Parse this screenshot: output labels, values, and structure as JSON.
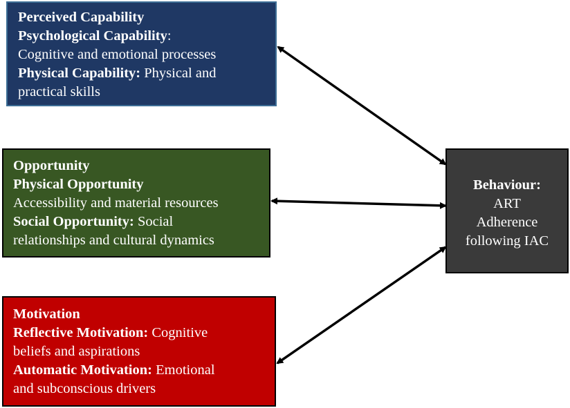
{
  "capability": {
    "title": "Perceived Capability",
    "psych_label": "Psychological Capability",
    "psych_colon": ":",
    "psych_desc": "Cognitive and emotional processes",
    "phys_label": "Physical Capability:",
    "phys_desc_1": " Physical and",
    "phys_desc_2": "practical skills",
    "color": "#1f3864"
  },
  "opportunity": {
    "title": "Opportunity",
    "phys_label": "Physical Opportunity",
    "phys_desc": "Accessibility and material resources",
    "social_label": "Social Opportunity:",
    "social_desc_1": " Social",
    "social_desc_2": "relationships and cultural dynamics",
    "color": "#385723"
  },
  "motivation": {
    "title": "Motivation",
    "refl_label": "Reflective Motivation:",
    "refl_desc_1": " Cognitive",
    "refl_desc_2": "beliefs and aspirations",
    "auto_label": "Automatic Motivation:",
    "auto_desc_1": " Emotional",
    "auto_desc_2": "and subconscious drivers",
    "color": "#c00000"
  },
  "behaviour": {
    "title": "Behaviour:",
    "line1": "ART",
    "line2": "Adherence",
    "line3": "following IAC",
    "color": "#3a3a3a"
  },
  "arrow_color": "#000000"
}
